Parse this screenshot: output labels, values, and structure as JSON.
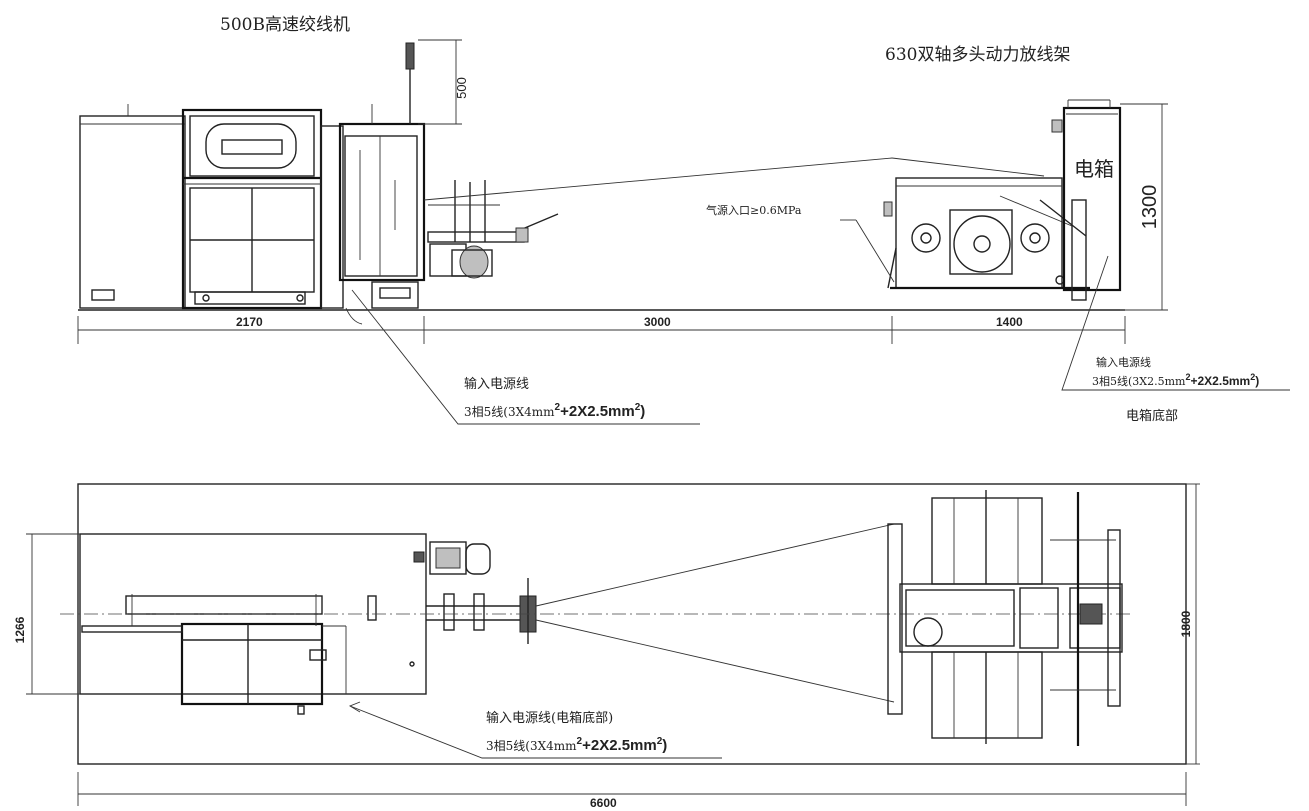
{
  "top_view_titles": {
    "machine_a": "500B高速绞线机",
    "machine_b": "630双轴多头动力放线架"
  },
  "labels": {
    "electric_box": "电箱",
    "air_inlet": "气源入口≥0.6MPa",
    "electric_box_bottom": "电箱底部"
  },
  "dimensions": {
    "d500": "500",
    "d1300": "1300",
    "d2170": "2170",
    "d3000": "3000",
    "d1400": "1400",
    "d1266": "1266",
    "d1800": "1800",
    "d6600": "6600"
  },
  "power_notes": {
    "front_left": {
      "title": "输入电源线",
      "spec_prefix": "3相5线(3X4mm",
      "spec_mid": "+2X2.5mm",
      "spec_suffix": ")",
      "sup": "2"
    },
    "front_right": {
      "title": "输入电源线",
      "spec_prefix": "3相5线(3X2.5mm",
      "spec_mid": "+2X2.5mm",
      "spec_suffix": ")",
      "sup": "2"
    },
    "plan": {
      "title": "输入电源线(电箱底部)",
      "spec_prefix": "3相5线(3X4mm",
      "spec_mid": "+2X2.5mm",
      "spec_suffix": ")",
      "sup": "2"
    }
  }
}
